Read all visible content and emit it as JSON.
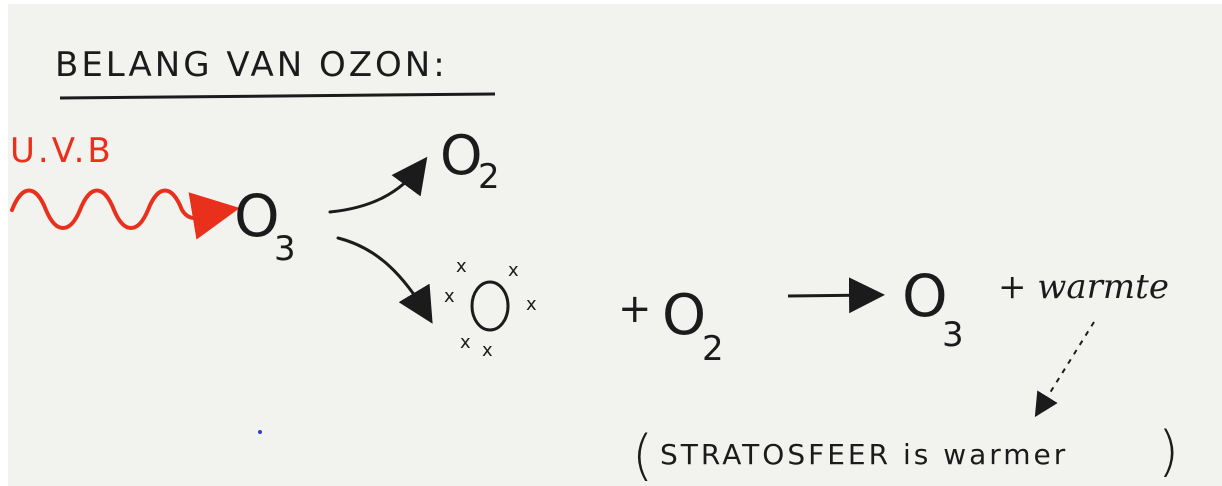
{
  "title": "BELANG VAN OZON:",
  "uv_label": "U.V.B",
  "ozone": {
    "symbol": "O",
    "subscript": "3"
  },
  "products": {
    "oxygen_molecule": {
      "symbol": "O",
      "subscript": "2"
    },
    "oxygen_atom": {
      "symbol": "O",
      "electrons": "x"
    }
  },
  "reaction": {
    "plus": "+",
    "reactant": {
      "symbol": "O",
      "subscript": "2"
    },
    "product": {
      "symbol": "O",
      "subscript": "3"
    },
    "heat": "+ warmte"
  },
  "note": {
    "open_paren": "(",
    "text": "STRATOSFEER is warmer",
    "close_paren": ")"
  },
  "colors": {
    "ink": "#1b1b1b",
    "uv_red": "#e8301c",
    "paper": "#f2f3ef"
  }
}
